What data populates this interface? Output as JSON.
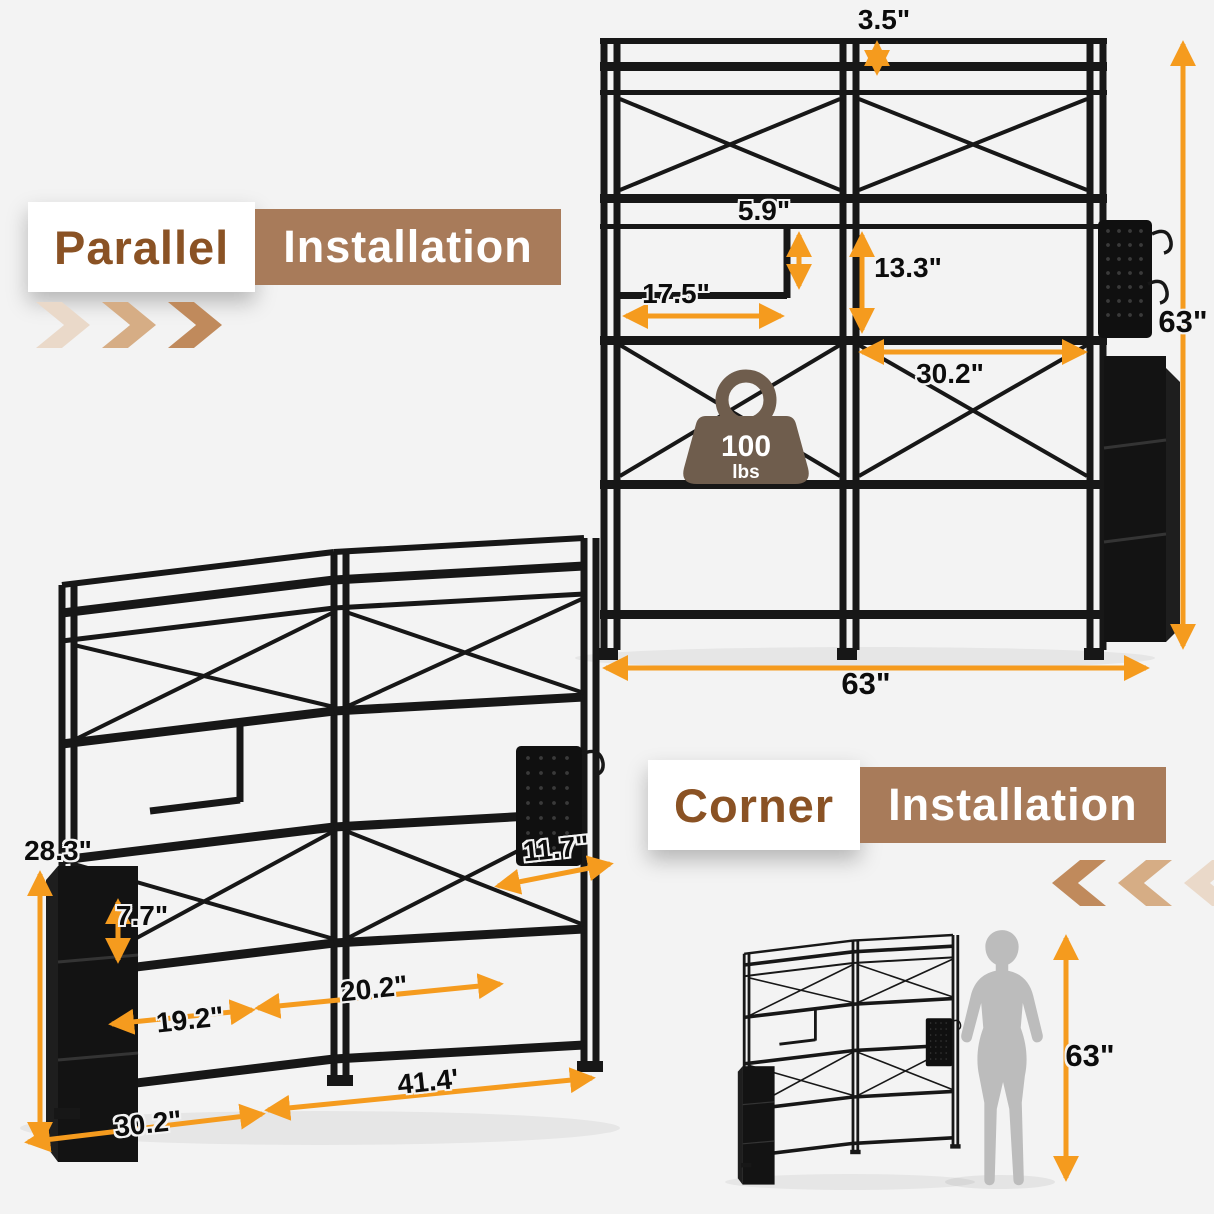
{
  "colors": {
    "background": "#f3f3f3",
    "accent_orange": "#F59B1E",
    "banner_brown": "#a87b5a",
    "banner_title_brown": "#8a5224",
    "shelf_black": "#161616",
    "weight_brown": "#6F5D4D",
    "silhouette_gray": "#bcbcbc"
  },
  "banners": {
    "parallel": {
      "word1": "Parallel",
      "word2": "Installation"
    },
    "corner": {
      "word1": "Corner",
      "word2": "Installation"
    }
  },
  "parallel_unit": {
    "dims": {
      "top_lip": "3.5\"",
      "cubby_height": "5.9\"",
      "shelf_spacing": "13.3\"",
      "cubby_width": "17.5\"",
      "half_width": "30.2\"",
      "height": "63\"",
      "width": "63\""
    },
    "weight": {
      "value": "100",
      "unit": "lbs"
    }
  },
  "corner_unit": {
    "dims": {
      "bag_height": "28.3\"",
      "cubby_height": "7.7\"",
      "depth": "11.7\"",
      "left_shelf": "19.2\"",
      "right_shelf": "20.2\"",
      "long_side": "41.4'",
      "short_side": "30.2\"",
      "height": "63\""
    }
  }
}
